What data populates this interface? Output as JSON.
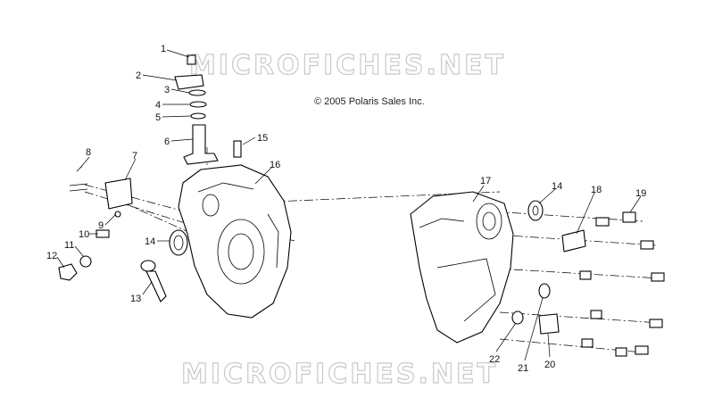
{
  "watermark": {
    "text": "MICROFICHES.NET"
  },
  "copyright": "© 2005 Polaris Sales Inc.",
  "callouts": {
    "c1": "1",
    "c2": "2",
    "c3": "3",
    "c4": "4",
    "c5": "5",
    "c6": "6",
    "c7": "7",
    "c8": "8",
    "c9": "9",
    "c10": "10",
    "c11": "11",
    "c12": "12",
    "c13": "13",
    "c14a": "14",
    "c14b": "14",
    "c15": "15",
    "c16": "16",
    "c17": "17",
    "c18": "18",
    "c19": "19",
    "c20": "20",
    "c21": "21",
    "c22": "22"
  }
}
